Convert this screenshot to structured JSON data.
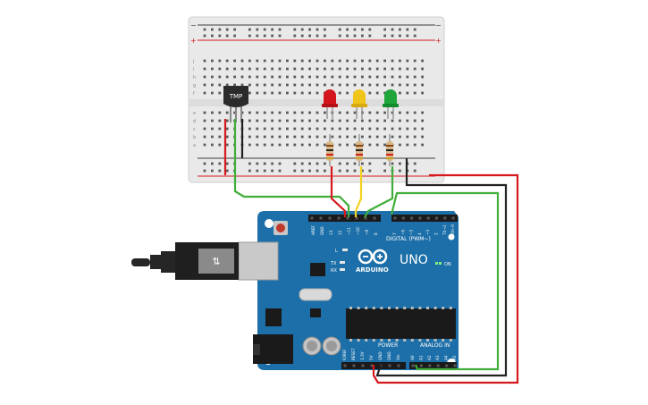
{
  "breadboard": {
    "columns": 30,
    "top_row_letters": [
      "j",
      "i",
      "h",
      "g",
      "f"
    ],
    "bottom_row_letters": [
      "e",
      "d",
      "c",
      "b",
      "a"
    ],
    "rail_plus": "+",
    "rail_minus": "−"
  },
  "sensor": {
    "label": "TMP"
  },
  "leds": [
    {
      "color_name": "red",
      "color": "#d4151b"
    },
    {
      "color_name": "yellow",
      "color": "#f0c419"
    },
    {
      "color_name": "green",
      "color": "#1fa53a"
    }
  ],
  "board": {
    "logo_text": "ARDUINO",
    "model": "UNO",
    "on_label": "ON",
    "digital_label": "DIGITAL (PWM~)",
    "power_label": "POWER",
    "analog_label": "ANALOG IN",
    "l_label": "L",
    "tx_label": "TX",
    "rx_label": "RX",
    "header_top_left": [
      "AREF",
      "GND",
      "13",
      "12",
      "~11",
      "~10",
      "~9",
      "8"
    ],
    "header_top_right": [
      "7",
      "~6",
      "~5",
      "4",
      "~3",
      "2",
      "TX→1",
      "RX←0"
    ],
    "header_power": [
      "IOREF",
      "RESET",
      "3.3V",
      "5V",
      "GND",
      "GND",
      "Vin"
    ],
    "header_analog": [
      "A0",
      "A1",
      "A2",
      "A3",
      "A4",
      "A5"
    ]
  },
  "wire_colors": {
    "red": "#d6191d",
    "black": "#222222",
    "green": "#3fae3a",
    "yellow": "#f2d21b"
  }
}
